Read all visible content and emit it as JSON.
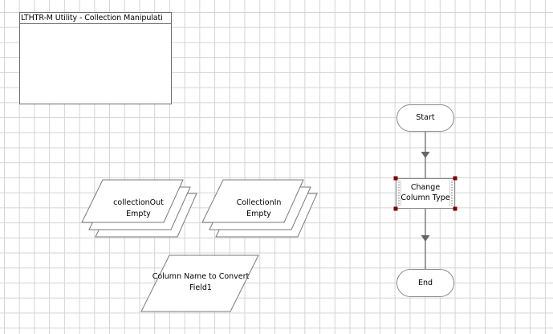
{
  "note": {
    "title": "LTHTR-M  Utility  -  Collection Manipulati"
  },
  "flow": {
    "start": {
      "label": "Start"
    },
    "action": {
      "line1": "Change",
      "line2": "Column Type",
      "selected": true
    },
    "end": {
      "label": "End"
    }
  },
  "collections": [
    {
      "name": "collectionOut",
      "value": "Empty"
    },
    {
      "name": "CollectionIn",
      "value": "Empty"
    }
  ],
  "data_items": [
    {
      "name": "Column Name to Convert",
      "value": "Field1"
    }
  ],
  "colors": {
    "grid": "#d4d4d4",
    "shape_stroke": "#7a7a7a",
    "connector": "#666666",
    "selection_handle": "#7a0000"
  }
}
